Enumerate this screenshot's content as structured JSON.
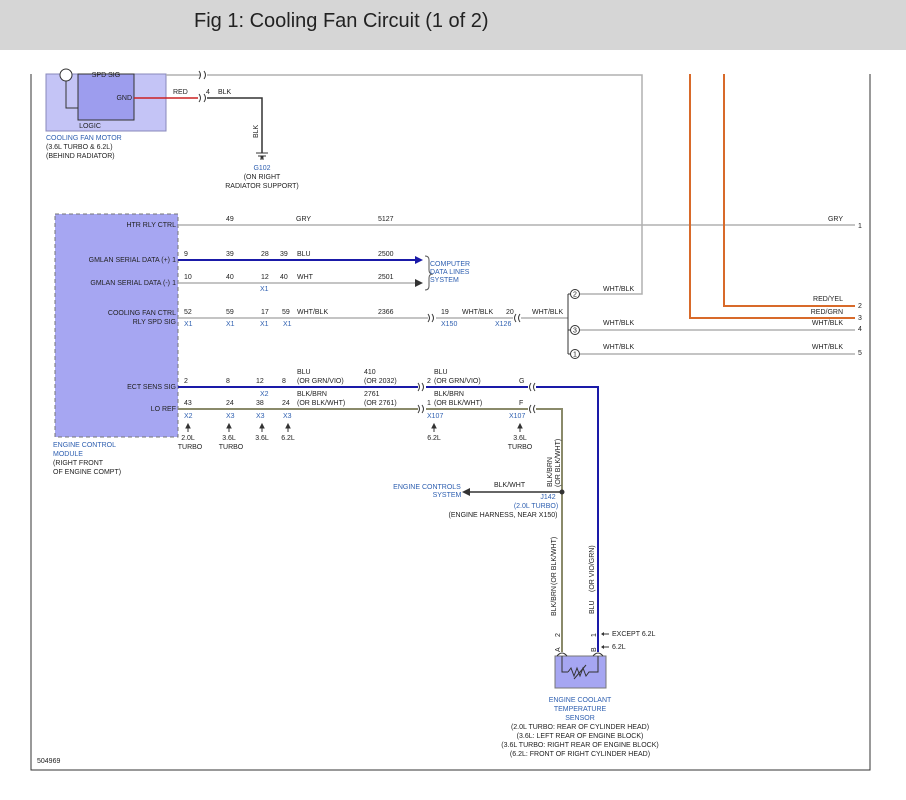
{
  "header": {
    "title": "Fig 1: Cooling Fan Circuit (1 of 2)"
  },
  "figure_id": "504969",
  "colors": {
    "module_fill": "#a6a6f2",
    "module_fill_light": "#c4c4f6",
    "wire_blue": "#1a1aa8",
    "wire_red": "#cc2222",
    "wire_orange": "#d86a2a",
    "wire_gray": "#b0b0b0",
    "wire_olive": "#8a8a6a",
    "wire_black": "#333333",
    "link": "#2e5fb0"
  },
  "fan_motor": {
    "pins": [
      "SPD SIG",
      "GND"
    ],
    "logic": "LOGIC",
    "wire_red": "RED",
    "pin": "4",
    "wire_blk": "BLK",
    "vertical_blk": "BLK",
    "name": "COOLING FAN MOTOR",
    "line2": "(3.6L TURBO & 6.2L)",
    "line3": "(BEHIND RADIATOR)"
  },
  "ground": {
    "id": "G102",
    "line2": "(ON RIGHT",
    "line3": "RADIATOR SUPPORT)"
  },
  "ecm": {
    "pins": {
      "htr": "HTR RLY CTRL",
      "gmlan_p": "GMLAN SERIAL DATA (+)",
      "gmlan_m": "GMLAN SERIAL DATA (-)",
      "fan1": "COOLING FAN CTRL",
      "fan2": "RLY SPD SIG",
      "ect": "ECT SENS SIG",
      "lo": "LO REF"
    },
    "one": "1",
    "name": "ENGINE CONTROL",
    "line2": "MODULE",
    "line3": "(RIGHT FRONT",
    "line4": "OF ENGINE COMPT)"
  },
  "wires": {
    "htr": {
      "n1": "49",
      "color": "GRY",
      "circuit": "5127",
      "end_color": "GRY",
      "end_num": "1"
    },
    "gp": {
      "n1": "9",
      "n2": "39",
      "n3": "28",
      "n4": "39",
      "color": "BLU",
      "circuit": "2500"
    },
    "gm": {
      "n1": "10",
      "n2": "40",
      "n3": "12",
      "n4": "40",
      "color": "WHT",
      "circuit": "2501",
      "conn": "X1"
    },
    "fan": {
      "n1": "52",
      "n2": "59",
      "n3": "17",
      "n4": "59",
      "color": "WHT/BLK",
      "circuit": "2366",
      "c1": "X1",
      "c2": "X1",
      "c3": "X1",
      "c4": "X1",
      "p19": "19",
      "col19": "WHT/BLK",
      "x150": "X150",
      "p20": "20",
      "col20": "WHT/BLK",
      "x126": "X126"
    },
    "ect": {
      "n1": "2",
      "n2": "8",
      "n3": "12",
      "n4": "8",
      "color": "BLU",
      "alt": "(OR GRN/VIO)",
      "circuit": "410",
      "circuit_alt": "(OR 2032)",
      "x2": "X2",
      "r_color": "BLU",
      "r_pin": "2",
      "r_alt": "(OR GRN/VIO)",
      "g": "G"
    },
    "lo": {
      "n1": "43",
      "n2": "24",
      "n3": "38",
      "n4": "24",
      "color": "BLK/BRN",
      "alt": "(OR BLK/WHT)",
      "circuit": "2761",
      "circuit_alt": "(OR 2761)",
      "c1": "X2",
      "c2": "X3",
      "c3": "X3",
      "c4": "X3",
      "r_color": "BLK/BRN",
      "r_pin": "1",
      "r_alt": "(OR BLK/WHT)",
      "x107a": "X107",
      "f": "F",
      "x107b": "X107"
    }
  },
  "variants": {
    "v1a": "2.0L",
    "v1b": "TURBO",
    "v2a": "3.6L",
    "v2b": "TURBO",
    "v3": "3.6L",
    "v4": "6.2L",
    "r1": "6.2L",
    "r2a": "3.6L",
    "r2b": "TURBO"
  },
  "comp_data": {
    "l1": "COMPUTER",
    "l2": "DATA LINES",
    "l3": "SYSTEM"
  },
  "right": {
    "n2": "2",
    "n3": "3",
    "n1": "1",
    "w2": "WHT/BLK",
    "w3": "WHT/BLK",
    "w1": "WHT/BLK",
    "w4": "WHT/BLK",
    "w5": "WHT/BLK",
    "redyel": "RED/YEL",
    "redgrn": "RED/GRN",
    "e2": "2",
    "e3": "3",
    "e4": "4",
    "e5": "5"
  },
  "splice": {
    "v1": "BLK/BRN",
    "v2": "(OR BLK/WHT)",
    "wire": "BLK/WHT",
    "ecs1": "ENGINE CONTROLS",
    "ecs2": "SYSTEM",
    "id": "J142",
    "l2": "(2.0L TURBO)",
    "l3": "(ENGINE HARNESS, NEAR X150)"
  },
  "sensor_wires": {
    "left": "BLK/BRN",
    "left_alt": "(OR BLK/WHT)",
    "right": "BLU",
    "right_alt": "(OR VIO/GRN)",
    "pin_a": "A",
    "pin_2": "2",
    "pin_b": "B",
    "pin_1": "1",
    "except": "EXCEPT 6.2L",
    "only": "6.2L"
  },
  "sensor": {
    "l1": "ENGINE COOLANT",
    "l2": "TEMPERATURE",
    "l3": "SENSOR",
    "d1": "(2.0L TURBO: REAR OF CYLINDER HEAD)",
    "d2": "(3.6L: LEFT REAR OF ENGINE BLOCK)",
    "d3": "(3.6L TURBO: RIGHT REAR OF ENGINE BLOCK)",
    "d4": "(6.2L: FRONT OF RIGHT CYLINDER HEAD)"
  }
}
